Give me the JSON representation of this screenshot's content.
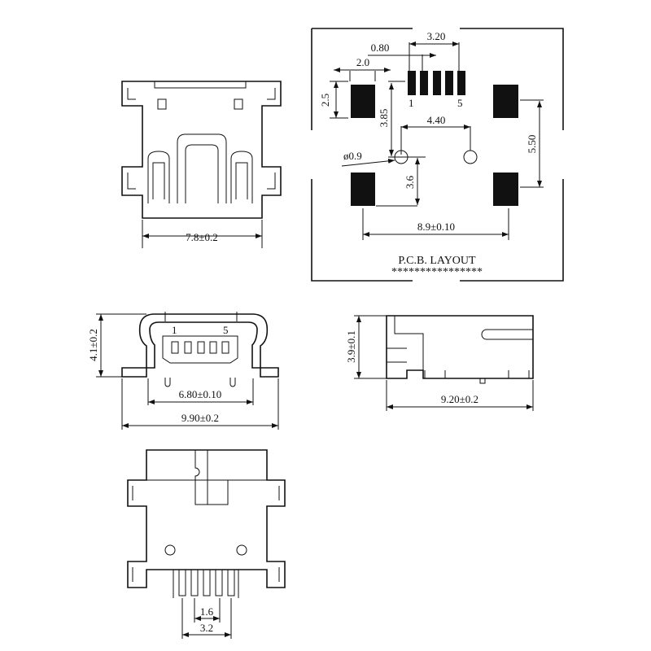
{
  "top_view": {
    "width_dim": "7.8±0.2"
  },
  "pcb_layout": {
    "title": "P.C.B. LAYOUT",
    "stars": "****************",
    "dim_pin_span": "3.20",
    "dim_pitch": "0.80",
    "dim_pad_width": "2.0",
    "dim_pad_height": "2.5",
    "dim_pin_to_hole": "3.85",
    "dim_hole_spacing": "4.40",
    "dim_hole_diameter": "ø0.9",
    "dim_pad_vertical": "5.50",
    "dim_hole_to_pad": "3.6",
    "dim_pad_span": "8.9±0.10",
    "pin_first": "1",
    "pin_last": "5"
  },
  "front_view": {
    "height_dim": "4.1±0.2",
    "inner_width_dim": "6.80±0.10",
    "outer_width_dim": "9.90±0.2",
    "pin_first": "1",
    "pin_last": "5"
  },
  "side_view": {
    "height_dim": "3.9±0.1",
    "length_dim": "9.20±0.2"
  },
  "bottom_view": {
    "pitch_dim": "1.6",
    "span_dim": "3.2"
  },
  "colors": {
    "ink": "#111111",
    "background": "#ffffff"
  }
}
